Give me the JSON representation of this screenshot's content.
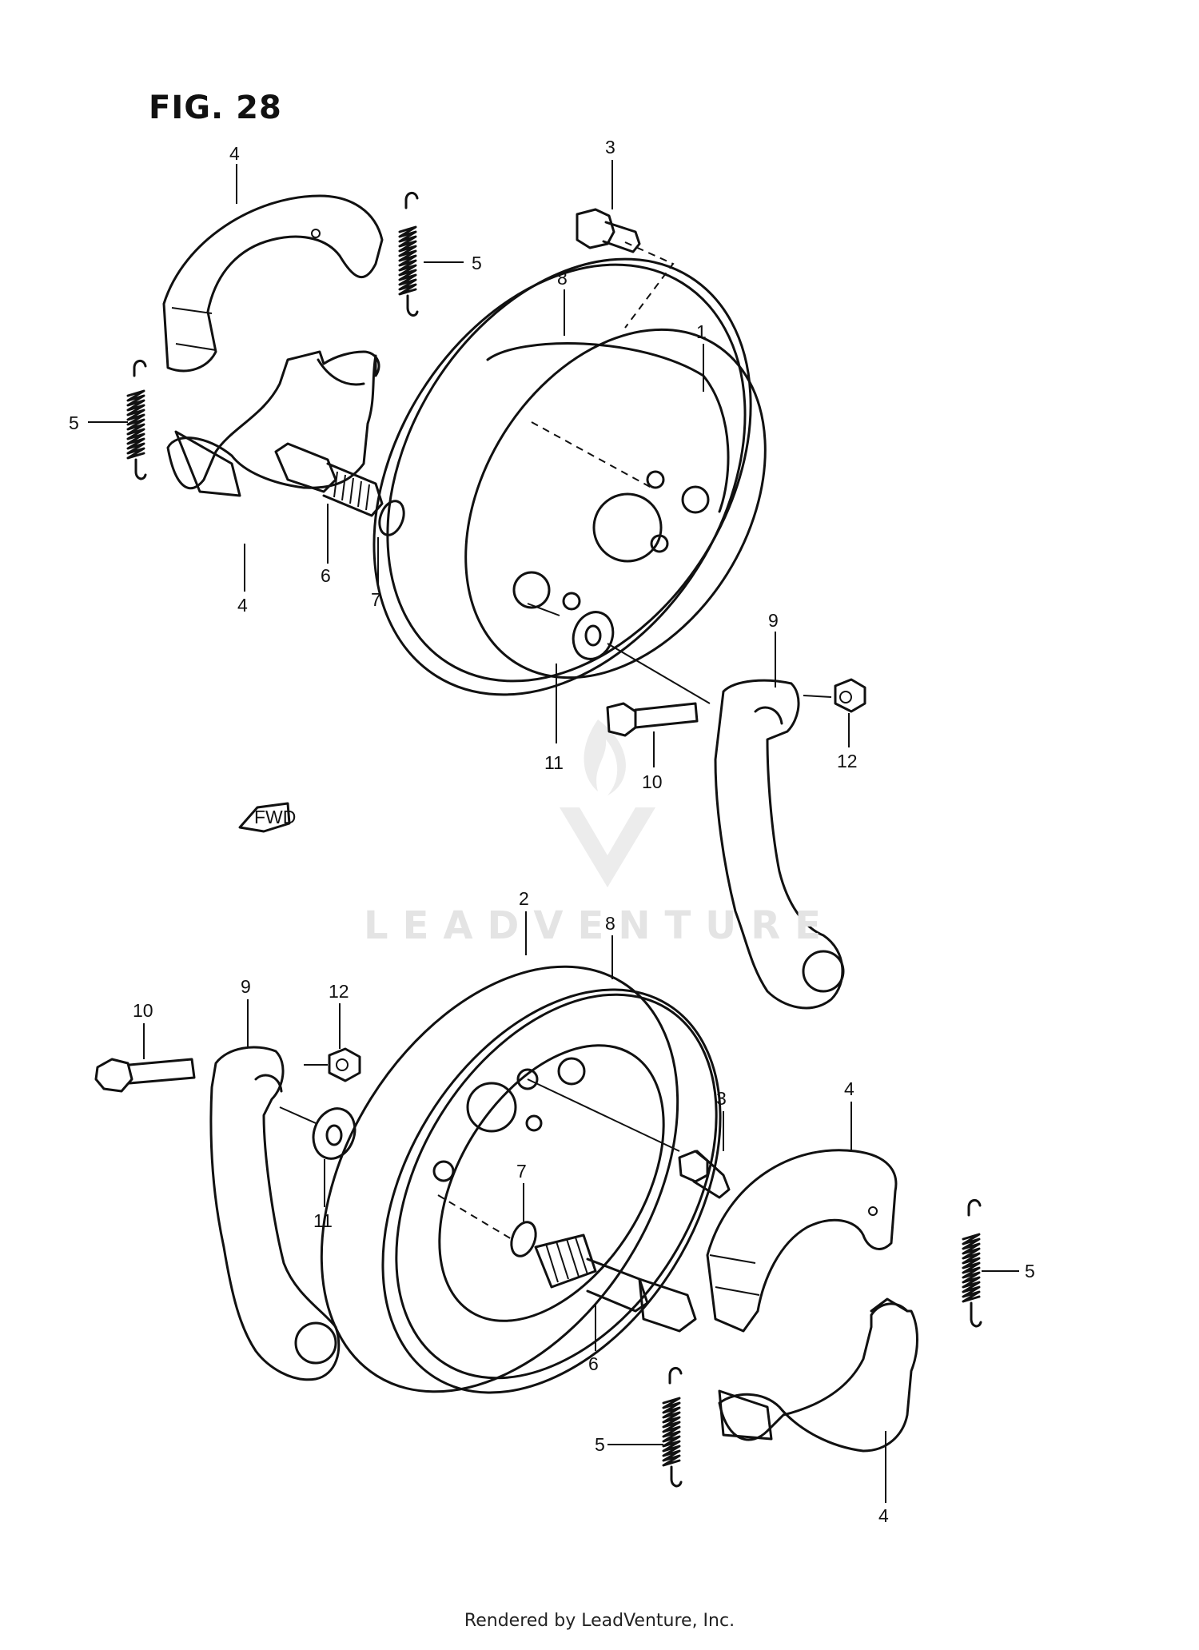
{
  "figure": {
    "title": "FIG. 28"
  },
  "watermark": "LEADVENTURE",
  "fwd_label": "FWD",
  "footer": "Rendered by LeadVenture, Inc.",
  "callouts": {
    "c1": "1",
    "c2": "2",
    "c3a": "3",
    "c3b": "3",
    "c4a": "4",
    "c4b": "4",
    "c4c": "4",
    "c4d": "4",
    "c5a": "5",
    "c5b": "5",
    "c5c": "5",
    "c5d": "5",
    "c6a": "6",
    "c6b": "6",
    "c7a": "7",
    "c7b": "7",
    "c8a": "8",
    "c8b": "8",
    "c9a": "9",
    "c9b": "9",
    "c10a": "10",
    "c10b": "10",
    "c11a": "11",
    "c11b": "11",
    "c12a": "12",
    "c12b": "12"
  }
}
